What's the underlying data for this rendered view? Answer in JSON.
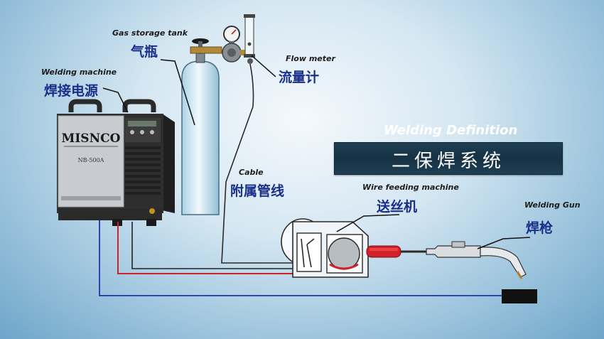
{
  "diagram": {
    "title_en": "Welding Definition",
    "title_cn": "二保焊系统",
    "components": {
      "welding_machine": {
        "label_en": "Welding machine",
        "label_cn": "焊接电源",
        "brand": "MISNCO",
        "model": "NB-500A"
      },
      "gas_tank": {
        "label_en": "Gas storage tank",
        "label_cn": "气瓶"
      },
      "flow_meter": {
        "label_en": "Flow meter",
        "label_cn": "流量计"
      },
      "cable": {
        "label_en": "Cable",
        "label_cn": "附属管线"
      },
      "wire_feeder": {
        "label_en": "Wire feeding machine",
        "label_cn": "送丝机"
      },
      "welding_gun": {
        "label_en": "Welding Gun",
        "label_cn": "焊枪"
      }
    }
  },
  "colors": {
    "label_cn": "#1a2f8a",
    "title_box": "#163244",
    "red_wire": "#d0202a",
    "blue_wire": "#2233aa"
  }
}
